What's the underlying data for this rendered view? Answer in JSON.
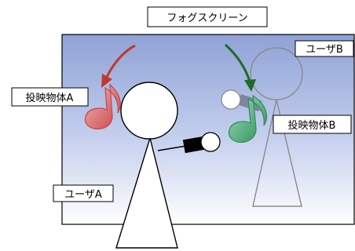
{
  "labels": {
    "fog_screen": "フォグスクリーン",
    "user_b": "ユーザB",
    "projection_a": "投映物体A",
    "projection_b": "投映物体B",
    "user_a": "ユーザA"
  },
  "colors": {
    "fog_top": "#8fa2d6",
    "fog_bottom": "#ffffff",
    "arrow_red": "#c0392b",
    "arrow_green": "#1e6b2a",
    "note_a": "#d9686a",
    "note_b": "#4fae7a",
    "user_b_stroke": "#8a8a8a"
  },
  "icons": {
    "note_a": "music-note-icon",
    "note_b": "music-note-icon",
    "mic_a": "microphone-icon",
    "mic_b": "microphone-icon"
  }
}
